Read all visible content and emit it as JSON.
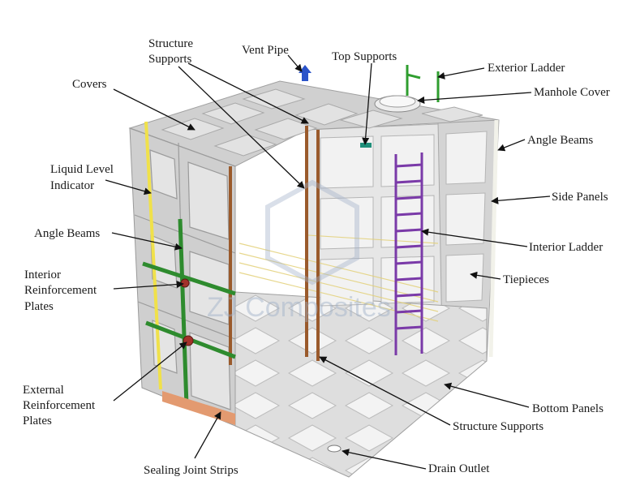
{
  "watermark": "ZJ Composites",
  "labels": {
    "covers": "Covers",
    "structure_supports_top_1": "Structure",
    "structure_supports_top_2": "Supports",
    "vent_pipe": "Vent Pipe",
    "top_supports": "Top Supports",
    "exterior_ladder": "Exterior Ladder",
    "manhole_cover": "Manhole Cover",
    "angle_beams_right": "Angle Beams",
    "liquid_level_1": "Liquid Level",
    "liquid_level_2": "Indicator",
    "side_panels": "Side Panels",
    "angle_beams_left": "Angle Beams",
    "interior_ladder": "Interior Ladder",
    "interior_reinf_1": "Interior",
    "interior_reinf_2": "Reinforcement",
    "interior_reinf_3": "Plates",
    "tiepieces": "Tiepieces",
    "external_reinf_1": "External",
    "external_reinf_2": "Reinforcement",
    "external_reinf_3": "Plates",
    "bottom_panels": "Bottom Panels",
    "structure_supports_bottom": "Structure Supports",
    "sealing_joint_strips": "Sealing Joint Strips",
    "drain_outlet": "Drain Outlet"
  },
  "colors": {
    "panel": "#dcdcdc",
    "panel_dark": "#b9b9b9",
    "panel_light": "#f1f1f1",
    "angle_beam_green": "#2e8b2e",
    "level_indicator_yellow": "#f0e14a",
    "support_brown": "#9a5a2c",
    "interior_ladder_purple": "#7a3aa8",
    "vent_pipe_blue": "#2a53c9",
    "top_support_teal": "#1f8f7a",
    "sealing_strip_orange": "#e39a70",
    "reinf_plate_red": "#a3322a"
  }
}
